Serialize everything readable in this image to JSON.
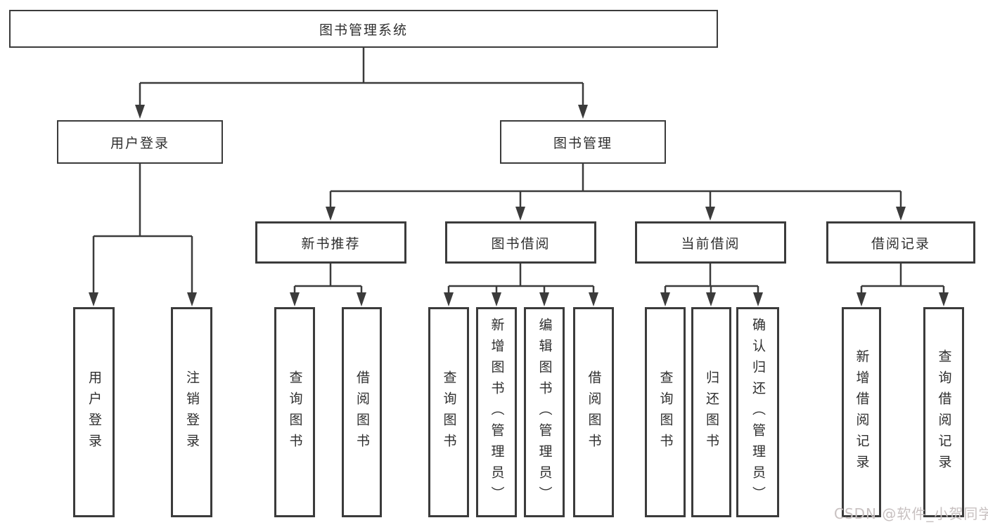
{
  "nodes": {
    "root": "图书管理系统",
    "user_login": "用户登录",
    "book_management": "图书管理",
    "new_book_recommend": "新书推荐",
    "book_borrow": "图书借阅",
    "current_borrow": "当前借阅",
    "borrow_record": "借阅记录"
  },
  "leaves": [
    {
      "label": "用户登录"
    },
    {
      "label": "注销登录"
    },
    {
      "label": "查询图书"
    },
    {
      "label": "借阅图书"
    },
    {
      "label": "查询图书"
    },
    {
      "label": "新增图书（管理员）"
    },
    {
      "label": "编辑图书（管理员）"
    },
    {
      "label": "借阅图书"
    },
    {
      "label": "查询图书"
    },
    {
      "label": "归还图书"
    },
    {
      "label": "确认归还（管理员）"
    },
    {
      "label": "新增借阅记录"
    },
    {
      "label": "查询借阅记录"
    }
  ],
  "watermark": "CSDN @软件_小贺同学",
  "colors": {
    "line": "#3b3b3b",
    "text": "#2e2e2e",
    "watermark": "#c8c1c1",
    "background": "#ffffff"
  }
}
